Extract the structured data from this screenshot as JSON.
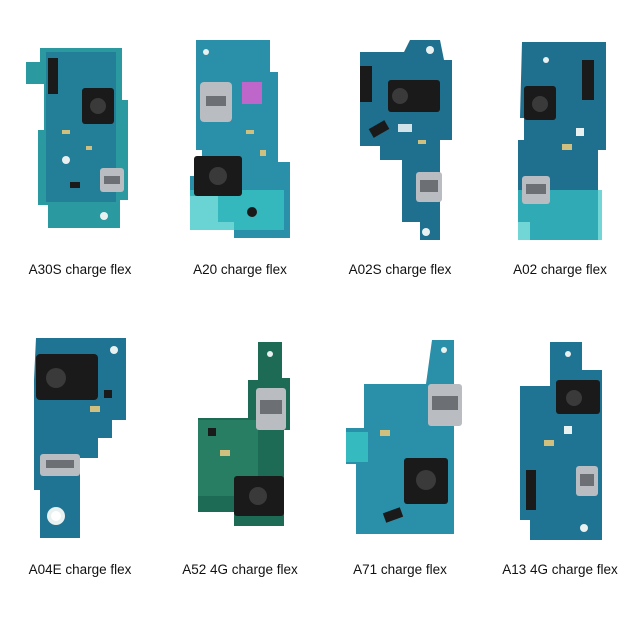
{
  "colors": {
    "background": "#ffffff",
    "pcb_blue": "#1f6f8f",
    "pcb_teal": "#2a9aa0",
    "pcb_green": "#1d6b55",
    "flex_cyan": "#38c4c4",
    "connector_dark": "#1a1a1a",
    "metal": "#b9bcc0",
    "label_text": "#111111"
  },
  "products": [
    {
      "label": "A30S charge flex",
      "image": "a30s-board-photo"
    },
    {
      "label": "A20 charge flex",
      "image": "a20-board-photo"
    },
    {
      "label": "A02S charge flex",
      "image": "a02s-board-photo"
    },
    {
      "label": "A02 charge flex",
      "image": "a02-board-photo"
    },
    {
      "label": "A04E charge flex",
      "image": "a04e-board-photo"
    },
    {
      "label": "A52 4G charge flex",
      "image": "a52-4g-board-photo"
    },
    {
      "label": "A71 charge flex",
      "image": "a71-board-photo"
    },
    {
      "label": "A13 4G charge flex",
      "image": "a13-4g-board-photo"
    }
  ]
}
